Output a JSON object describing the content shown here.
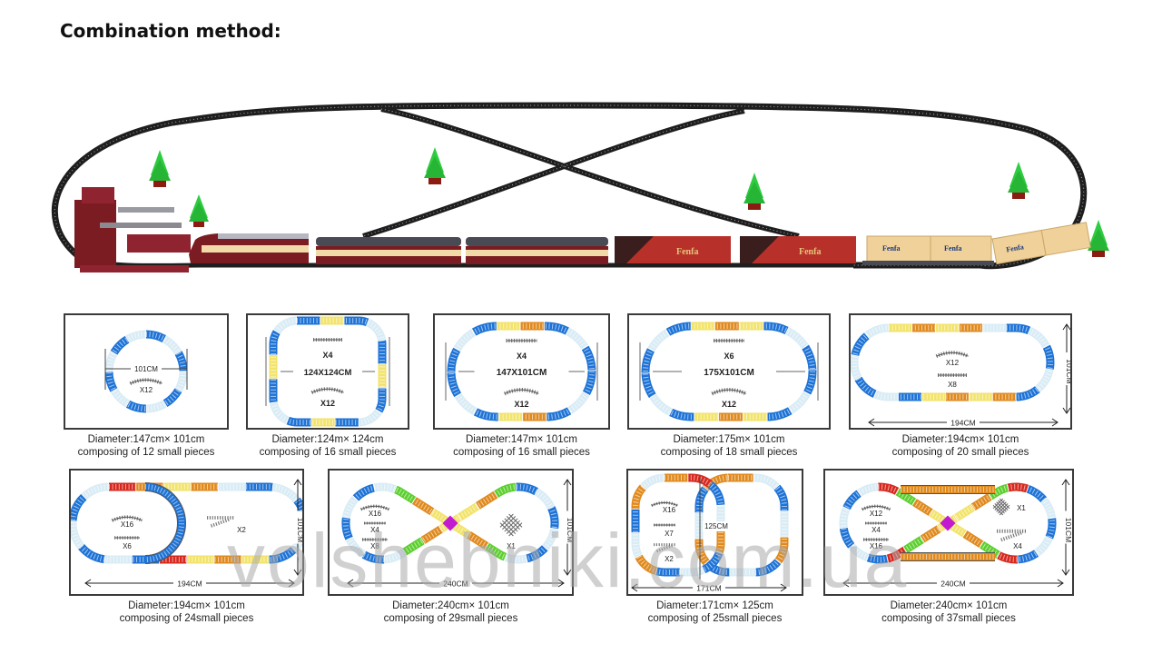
{
  "header": {
    "title": "Combination method:"
  },
  "hero": {
    "train_brand": "Fenfa",
    "colors": {
      "track": "#1e1e1e",
      "tree": "#2ecc40",
      "tree_base": "#8b1c12",
      "coach": "#7a1c22",
      "coach_stripe": "#f2d9a8",
      "roof": "#4a4a55",
      "hopper": "#b8302a",
      "container": "#f0d19a"
    }
  },
  "palette": {
    "blue": "#1e73d6",
    "light": "#d9ecf5",
    "yellow": "#f2e36a",
    "orange": "#e08a1e",
    "red": "#d6281e",
    "green": "#5ccf2e",
    "magenta": "#c21ad1"
  },
  "layouts": [
    {
      "caption1": "Diameter:147cm× 101cm",
      "caption2": "composing of 12 small pieces",
      "dim_label": "101CM",
      "pieces": [
        {
          "label": "X12",
          "icon": "curved-track-icon"
        }
      ]
    },
    {
      "caption1": "Diameter:124m× 124cm",
      "caption2": "composing of 16 small pieces",
      "dim_label": "124X124CM",
      "pieces": [
        {
          "label": "X4",
          "icon": "straight-track-icon"
        },
        {
          "label": "X12",
          "icon": "curved-track-icon"
        }
      ]
    },
    {
      "caption1": "Diameter:147m× 101cm",
      "caption2": "composing of 16 small pieces",
      "dim_label": "147X101CM",
      "pieces": [
        {
          "label": "X4",
          "icon": "straight-track-icon"
        },
        {
          "label": "X12",
          "icon": "curved-track-icon"
        }
      ]
    },
    {
      "caption1": "Diameter:175m× 101cm",
      "caption2": "composing of 18 small pieces",
      "dim_label": "175X101CM",
      "pieces": [
        {
          "label": "X6",
          "icon": "straight-track-icon"
        },
        {
          "label": "X12",
          "icon": "curved-track-icon"
        }
      ]
    },
    {
      "caption1": "Diameter:194cm× 101cm",
      "caption2": "composing of 20 small pieces",
      "width_label": "194CM",
      "height_label": "101CM",
      "pieces": [
        {
          "label": "X12",
          "icon": "curved-track-icon"
        },
        {
          "label": "X8",
          "icon": "straight-track-icon"
        }
      ]
    },
    {
      "caption1": "Diameter:194cm× 101cm",
      "caption2": "composing of 24small pieces",
      "width_label": "194CM",
      "height_label": "101CM",
      "pieces": [
        {
          "label": "X16",
          "icon": "curved-track-icon"
        },
        {
          "label": "X6",
          "icon": "straight-track-icon"
        },
        {
          "label": "X2",
          "icon": "switch-track-icon"
        }
      ]
    },
    {
      "caption1": "Diameter:240cm× 101cm",
      "caption2": "composing of 29small pieces",
      "width_label": "240CM",
      "height_label": "101CM",
      "pieces": [
        {
          "label": "X16",
          "icon": "curved-track-icon"
        },
        {
          "label": "X4",
          "icon": "straight-track-icon"
        },
        {
          "label": "X8",
          "icon": "straight-track-icon"
        },
        {
          "label": "X1",
          "icon": "crossing-track-icon"
        }
      ]
    },
    {
      "caption1": "Diameter:171cm× 125cm",
      "caption2": "composing of 25small pieces",
      "width_label": "171CM",
      "height_label": "125CM",
      "pieces": [
        {
          "label": "X16",
          "icon": "curved-track-icon"
        },
        {
          "label": "X7",
          "icon": "straight-track-icon"
        },
        {
          "label": "X2",
          "icon": "switch-track-icon"
        }
      ]
    },
    {
      "caption1": "Diameter:240cm× 101cm",
      "caption2": "composing of 37small pieces",
      "width_label": "240CM",
      "height_label": "101CM",
      "pieces": [
        {
          "label": "X12",
          "icon": "curved-track-icon"
        },
        {
          "label": "X4",
          "icon": "straight-track-icon"
        },
        {
          "label": "X16",
          "icon": "straight-track-icon"
        },
        {
          "label": "X1",
          "icon": "crossing-track-icon"
        },
        {
          "label": "X4",
          "icon": "switch-track-icon"
        }
      ]
    }
  ],
  "watermark": "volshebniki.com.ua"
}
